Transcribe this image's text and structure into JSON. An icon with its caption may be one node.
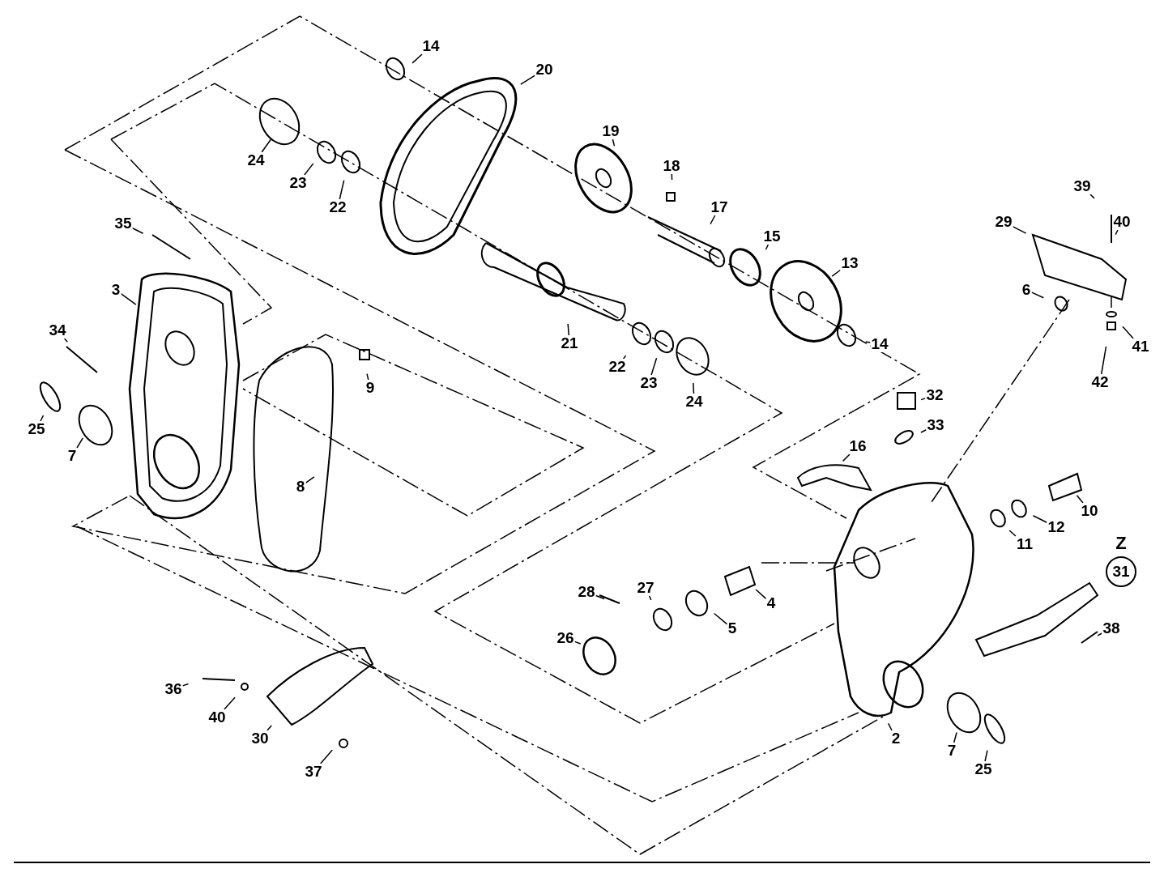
{
  "diagram": {
    "nodes": [
      {
        "text": [
          "14"
        ]
      },
      {
        "text": [
          "20"
        ]
      },
      {
        "text": [
          "24"
        ]
      },
      {
        "text": [
          "23"
        ]
      },
      {
        "text": [
          "22"
        ]
      },
      {
        "text": [
          "19"
        ]
      },
      {
        "text": [
          "18"
        ]
      },
      {
        "text": [
          "17"
        ]
      },
      {
        "text": [
          "35"
        ]
      },
      {
        "text": [
          "15"
        ]
      },
      {
        "text": [
          "13"
        ]
      },
      {
        "text": [
          "3"
        ]
      },
      {
        "text": [
          "21"
        ]
      },
      {
        "text": [
          "22"
        ]
      },
      {
        "text": [
          "23"
        ]
      },
      {
        "text": [
          "24"
        ]
      },
      {
        "text": [
          "14"
        ]
      },
      {
        "text": [
          "34"
        ]
      },
      {
        "text": [
          "9"
        ]
      },
      {
        "text": [
          "25"
        ]
      },
      {
        "text": [
          "7"
        ]
      },
      {
        "text": [
          "8"
        ]
      },
      {
        "text": [
          "39"
        ]
      },
      {
        "text": [
          "40"
        ]
      },
      {
        "text": [
          "29"
        ]
      },
      {
        "text": [
          "6"
        ]
      },
      {
        "text": [
          "41"
        ]
      },
      {
        "text": [
          "42"
        ]
      },
      {
        "text": [
          "32"
        ]
      },
      {
        "text": [
          "33"
        ]
      },
      {
        "text": [
          "16"
        ]
      },
      {
        "text": [
          "10"
        ]
      },
      {
        "text": [
          "12"
        ]
      },
      {
        "text": [
          "11"
        ]
      },
      {
        "text": [
          "31"
        ]
      },
      {
        "text": [
          "28"
        ]
      },
      {
        "text": [
          "27"
        ]
      },
      {
        "text": [
          "4"
        ]
      },
      {
        "text": [
          "5"
        ]
      },
      {
        "text": [
          "26"
        ]
      },
      {
        "text": [
          "38"
        ]
      },
      {
        "text": [
          "36"
        ]
      },
      {
        "text": [
          "40"
        ]
      },
      {
        "text": [
          "30"
        ]
      },
      {
        "text": [
          "37"
        ]
      },
      {
        "text": [
          "2"
        ]
      },
      {
        "text": [
          "7"
        ]
      },
      {
        "text": [
          "25"
        ]
      }
    ],
    "edges": [
      {
        "from": 0,
        "to": null,
        "arrow": "none"
      },
      {
        "from": 1,
        "to": null,
        "arrow": "none"
      },
      {
        "from": 2,
        "to": null,
        "arrow": "none"
      },
      {
        "from": 3,
        "to": null,
        "arrow": "none"
      },
      {
        "from": 4,
        "to": null,
        "arrow": "none"
      },
      {
        "from": 5,
        "to": null,
        "arrow": "none"
      },
      {
        "from": 6,
        "to": null,
        "arrow": "none"
      },
      {
        "from": 7,
        "to": null,
        "arrow": "none"
      },
      {
        "from": 8,
        "to": null,
        "arrow": "none"
      },
      {
        "from": 9,
        "to": null,
        "arrow": "none"
      },
      {
        "from": 10,
        "to": null,
        "arrow": "none"
      },
      {
        "from": 11,
        "to": null,
        "arrow": "none"
      },
      {
        "from": 12,
        "to": null,
        "arrow": "none"
      },
      {
        "from": 13,
        "to": null,
        "arrow": "none"
      },
      {
        "from": 14,
        "to": null,
        "arrow": "none"
      },
      {
        "from": 15,
        "to": null,
        "arrow": "none"
      },
      {
        "from": 16,
        "to": null,
        "arrow": "none"
      },
      {
        "from": 17,
        "to": null,
        "arrow": "none"
      },
      {
        "from": 18,
        "to": null,
        "arrow": "none"
      },
      {
        "from": 19,
        "to": null,
        "arrow": "none"
      },
      {
        "from": 20,
        "to": null,
        "arrow": "none"
      },
      {
        "from": 21,
        "to": null,
        "arrow": "none"
      },
      {
        "from": 22,
        "to": null,
        "arrow": "none"
      },
      {
        "from": 23,
        "to": null,
        "arrow": "none"
      },
      {
        "from": 24,
        "to": null,
        "arrow": "none"
      },
      {
        "from": 25,
        "to": null,
        "arrow": "none"
      },
      {
        "from": 26,
        "to": null,
        "arrow": "none"
      },
      {
        "from": 27,
        "to": null,
        "arrow": "none"
      },
      {
        "from": 28,
        "to": null,
        "arrow": "none"
      },
      {
        "from": 29,
        "to": null,
        "arrow": "none"
      },
      {
        "from": 30,
        "to": null,
        "arrow": "none"
      },
      {
        "from": 31,
        "to": null,
        "arrow": "none"
      },
      {
        "from": 32,
        "to": null,
        "arrow": "none"
      },
      {
        "from": 33,
        "to": null,
        "arrow": "none"
      },
      {
        "from": 35,
        "to": null,
        "arrow": "none"
      },
      {
        "from": 36,
        "to": null,
        "arrow": "none"
      },
      {
        "from": 37,
        "to": null,
        "arrow": "none"
      },
      {
        "from": 38,
        "to": null,
        "arrow": "none"
      },
      {
        "from": 39,
        "to": null,
        "arrow": "none"
      },
      {
        "from": 40,
        "to": null,
        "arrow": "none"
      },
      {
        "from": 41,
        "to": null,
        "arrow": "none"
      },
      {
        "from": 42,
        "to": null,
        "arrow": "none"
      },
      {
        "from": 43,
        "to": null,
        "arrow": "none"
      },
      {
        "from": 44,
        "to": null,
        "arrow": "none"
      },
      {
        "from": 45,
        "to": null,
        "arrow": "none"
      },
      {
        "from": 46,
        "to": null,
        "arrow": "none"
      },
      {
        "from": 47,
        "to": null,
        "arrow": "none"
      }
    ],
    "labels": [
      "Z"
    ]
  }
}
